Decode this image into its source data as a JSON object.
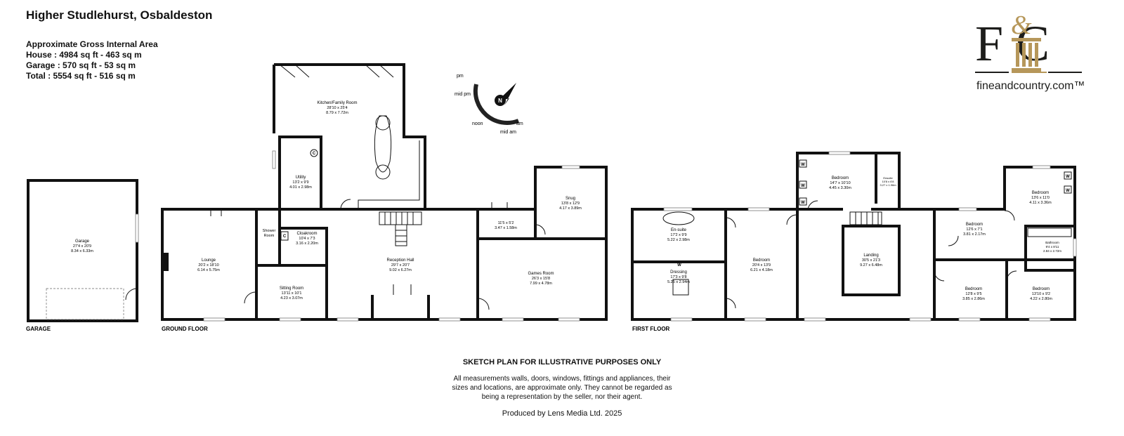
{
  "title": "Higher Studlehurst, Osbaldeston",
  "area": {
    "heading": "Approximate Gross Internal Area",
    "house": "House : 4984 sq ft - 463 sq m",
    "garage": "Garage : 570 sq ft - 53 sq m",
    "total": "Total : 5554 sq ft - 516 sq m"
  },
  "logo": {
    "letters": "F C",
    "ampersand": "&",
    "url": "fineandcountry.com™",
    "colors": {
      "dark": "#1d1d1b",
      "gold": "#b6975a"
    }
  },
  "compass": {
    "labels": [
      "pm",
      "mid pm",
      "noon",
      "mid am",
      "am"
    ],
    "north": "N"
  },
  "floors": {
    "garage": "GARAGE",
    "ground": "GROUND FLOOR",
    "first": "FIRST FLOOR"
  },
  "rooms": {
    "garage": {
      "name": "Garage",
      "imperial": "27'4 x 20'9",
      "metric": "8.34 x 6.33m"
    },
    "kitchen": {
      "name": "Kitchen/Family Room",
      "imperial": "28'10 x 25'4",
      "metric": "8.79 x 7.72m"
    },
    "utility": {
      "name": "Utility",
      "imperial": "13'2 x 9'9",
      "metric": "4.01 x 2.98m"
    },
    "lounge": {
      "name": "Lounge",
      "imperial": "20'2 x 18'10",
      "metric": "6.14 x 5.75m"
    },
    "shower": {
      "name": "Shower",
      "name2": "Room"
    },
    "cloakroom": {
      "name": "Cloakroom",
      "imperial": "10'4 x 7'3",
      "metric": "3.16 x 2.20m"
    },
    "sitting": {
      "name": "Sitting Room",
      "imperial": "13'11 x 10'1",
      "metric": "4.23 x 3.07m"
    },
    "reception": {
      "name": "Reception Hall",
      "imperial": "29'7 x 20'7",
      "metric": "9.02 x 6.27m"
    },
    "store": {
      "imperial": "11'5 x 5'2",
      "metric": "3.47 x 1.58m"
    },
    "snug": {
      "name": "Snug",
      "imperial": "13'8 x 12'9",
      "metric": "4.17 x 3.89m"
    },
    "games": {
      "name": "Games Room",
      "imperial": "26'3 x 15'8",
      "metric": "7.99 x 4.78m"
    },
    "ensuite1": {
      "name": "En-suite",
      "imperial": "17'2 x 9'9",
      "metric": "5.22 x 2.98m"
    },
    "dressing": {
      "name": "Dressing",
      "imperial": "17'3 x 9'8",
      "metric": "5.25 x 2.94m"
    },
    "bed1": {
      "name": "Bedroom",
      "imperial": "20'4 x 13'9",
      "metric": "6.21 x 4.18m"
    },
    "bed2": {
      "name": "Bedroom",
      "imperial": "14'7 x 10'10",
      "metric": "4.45 x 3.30m"
    },
    "ensuite2": {
      "name": "Ensuite",
      "imperial": "10'8 x 6'8",
      "metric": "3.27 x 1.96m"
    },
    "landing": {
      "name": "Landing",
      "imperial": "30'5 x 21'3",
      "metric": "9.27 x 6.48m"
    },
    "bed3": {
      "name": "Bedroom",
      "imperial": "12'6 x 7'1",
      "metric": "3.81 x 2.17m"
    },
    "bed4": {
      "name": "Bedroom",
      "imperial": "13'6 x 11'0",
      "metric": "4.11 x 3.36m"
    },
    "bathroom": {
      "name": "Bathroom",
      "imperial": "9'4 x 8'11",
      "metric": "2.84 x 2.72m"
    },
    "bed5": {
      "name": "Bedroom",
      "imperial": "12'8 x 9'5",
      "metric": "3.85 x 2.86m"
    },
    "bed6": {
      "name": "Bedroom",
      "imperial": "13'10 x 9'2",
      "metric": "4.22 x 2.80m"
    }
  },
  "markers": {
    "cupboard": "C",
    "wardrobe": "W"
  },
  "disclaimer": {
    "heading": "SKETCH PLAN FOR ILLUSTRATIVE PURPOSES ONLY",
    "line1": "All measurements walls, doors, windows, fittings and appliances, their",
    "line2": "sizes and locations, are approximate only. They cannot be regarded as",
    "line3": "being a representation by the seller, nor their agent."
  },
  "produced": "Produced by Lens Media Ltd. 2025"
}
